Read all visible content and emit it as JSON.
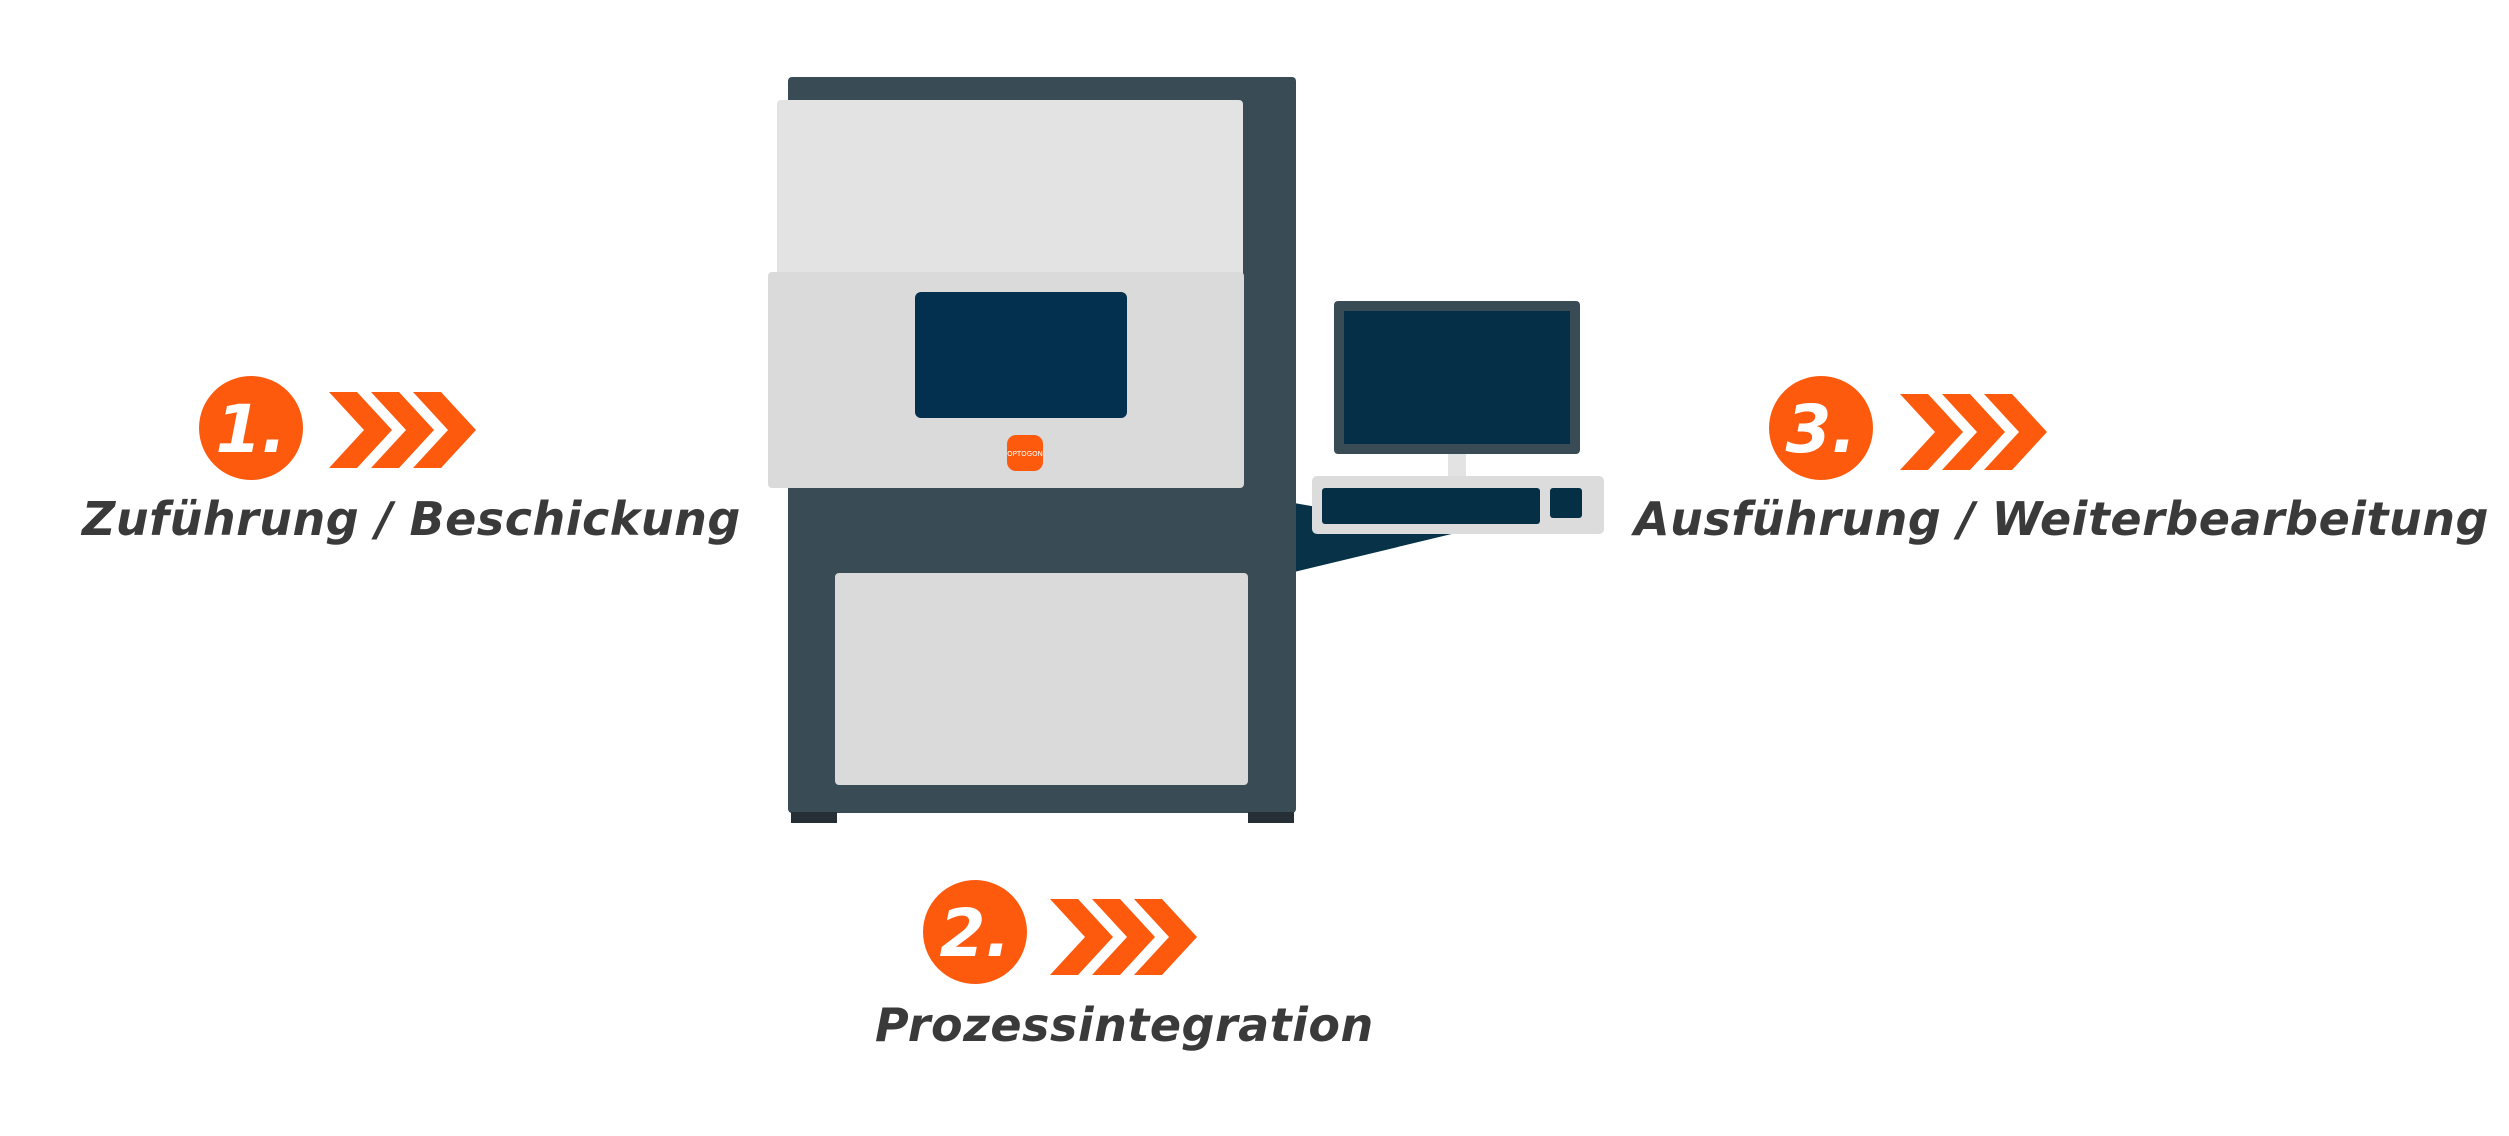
{
  "colors": {
    "accent": "#fe5a0e",
    "machine_frame": "#394b55",
    "panel_light": "#e3e3e3",
    "panel_mid": "#dadada",
    "screen": "#03304f",
    "monitor_screen": "#042f46",
    "label_text": "#3a3a3a"
  },
  "steps": [
    {
      "number": "1.",
      "label": "Zuführung / Beschickung",
      "icon": "chevron-arrows-icon"
    },
    {
      "number": "2.",
      "label": "Prozessintegration",
      "icon": "chevron-arrows-icon"
    },
    {
      "number": "3.",
      "label": "Ausführung / Weiterbearbeitung",
      "icon": "chevron-arrows-icon"
    }
  ],
  "machine": {
    "logo_text": "OPTOGON"
  }
}
